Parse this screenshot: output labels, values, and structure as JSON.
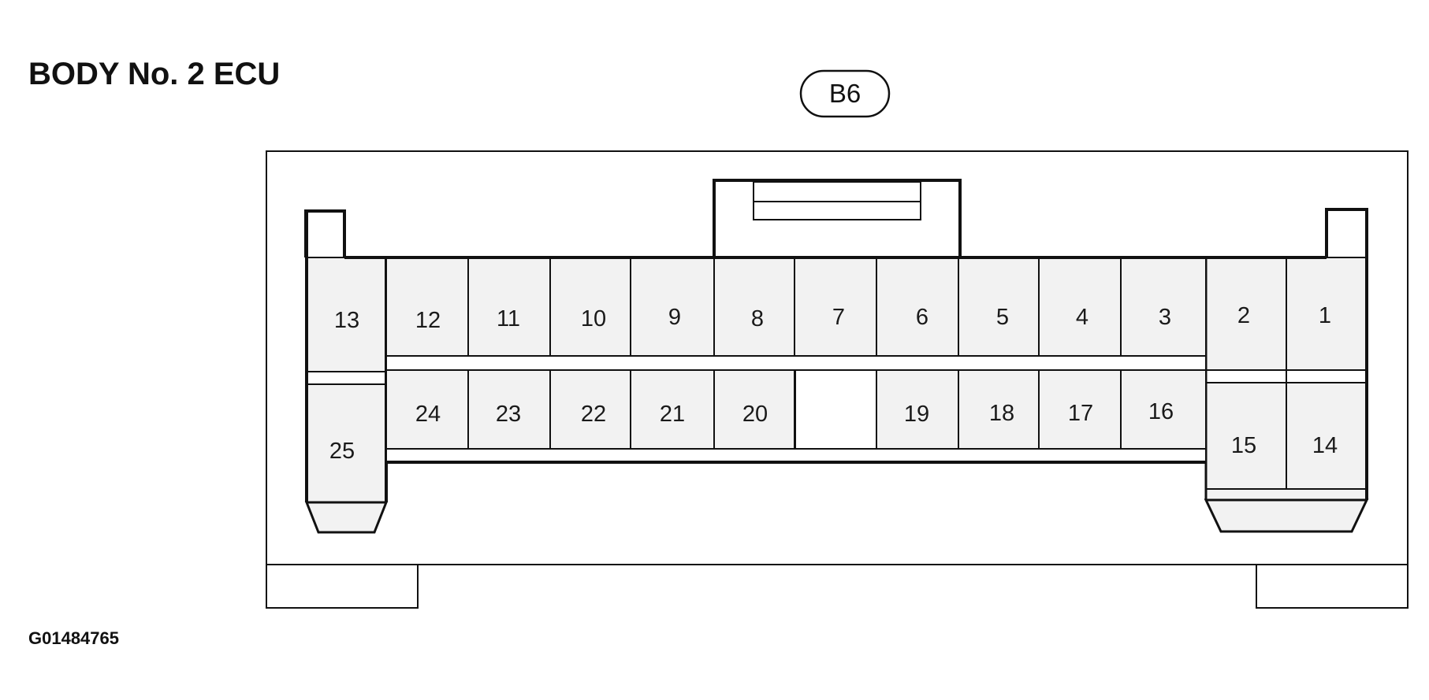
{
  "title": "BODY No. 2 ECU",
  "connector_id": "B6",
  "figure_code": "G01484765",
  "pins_top_row": [
    "13",
    "12",
    "11",
    "10",
    "9",
    "8",
    "7",
    "6",
    "5",
    "4",
    "3",
    "2",
    "1"
  ],
  "pins_bottom_row": [
    "25",
    "24",
    "23",
    "22",
    "21",
    "20",
    "19",
    "18",
    "17",
    "16",
    "15",
    "14"
  ]
}
